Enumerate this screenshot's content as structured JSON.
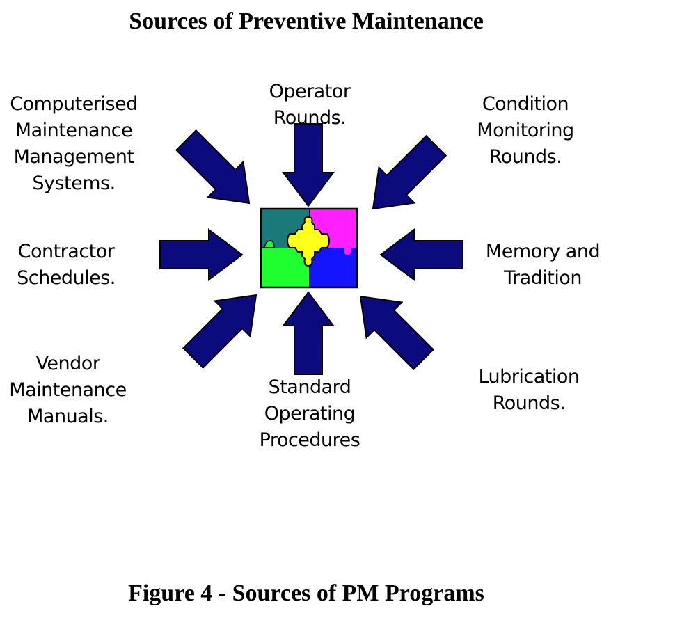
{
  "title": "Sources of Preventive Maintenance",
  "caption": "Figure 4 - Sources of PM Programs",
  "center": {
    "icon": "puzzle-icon",
    "colors": {
      "top_left": "#1a7a7a",
      "top_right": "#ff1fff",
      "bottom_left": "#1fff2f",
      "bottom_right": "#1414ff",
      "center": "#ffff1a"
    }
  },
  "arrow_color": "#0b0b7d",
  "sources": [
    {
      "id": "cmms",
      "text": "Computerised\nMaintenance\nManagement\nSystems."
    },
    {
      "id": "operator",
      "text": "Operator\nRounds."
    },
    {
      "id": "condition",
      "text": "Condition\nMonitoring\nRounds."
    },
    {
      "id": "contractor",
      "text": "Contractor\nSchedules."
    },
    {
      "id": "memory",
      "text": "Memory and\nTradition"
    },
    {
      "id": "vendor",
      "text": "Vendor\nMaintenance\nManuals."
    },
    {
      "id": "sop",
      "text": "Standard\nOperating\nProcedures"
    },
    {
      "id": "lubrication",
      "text": "Lubrication\nRounds."
    }
  ]
}
